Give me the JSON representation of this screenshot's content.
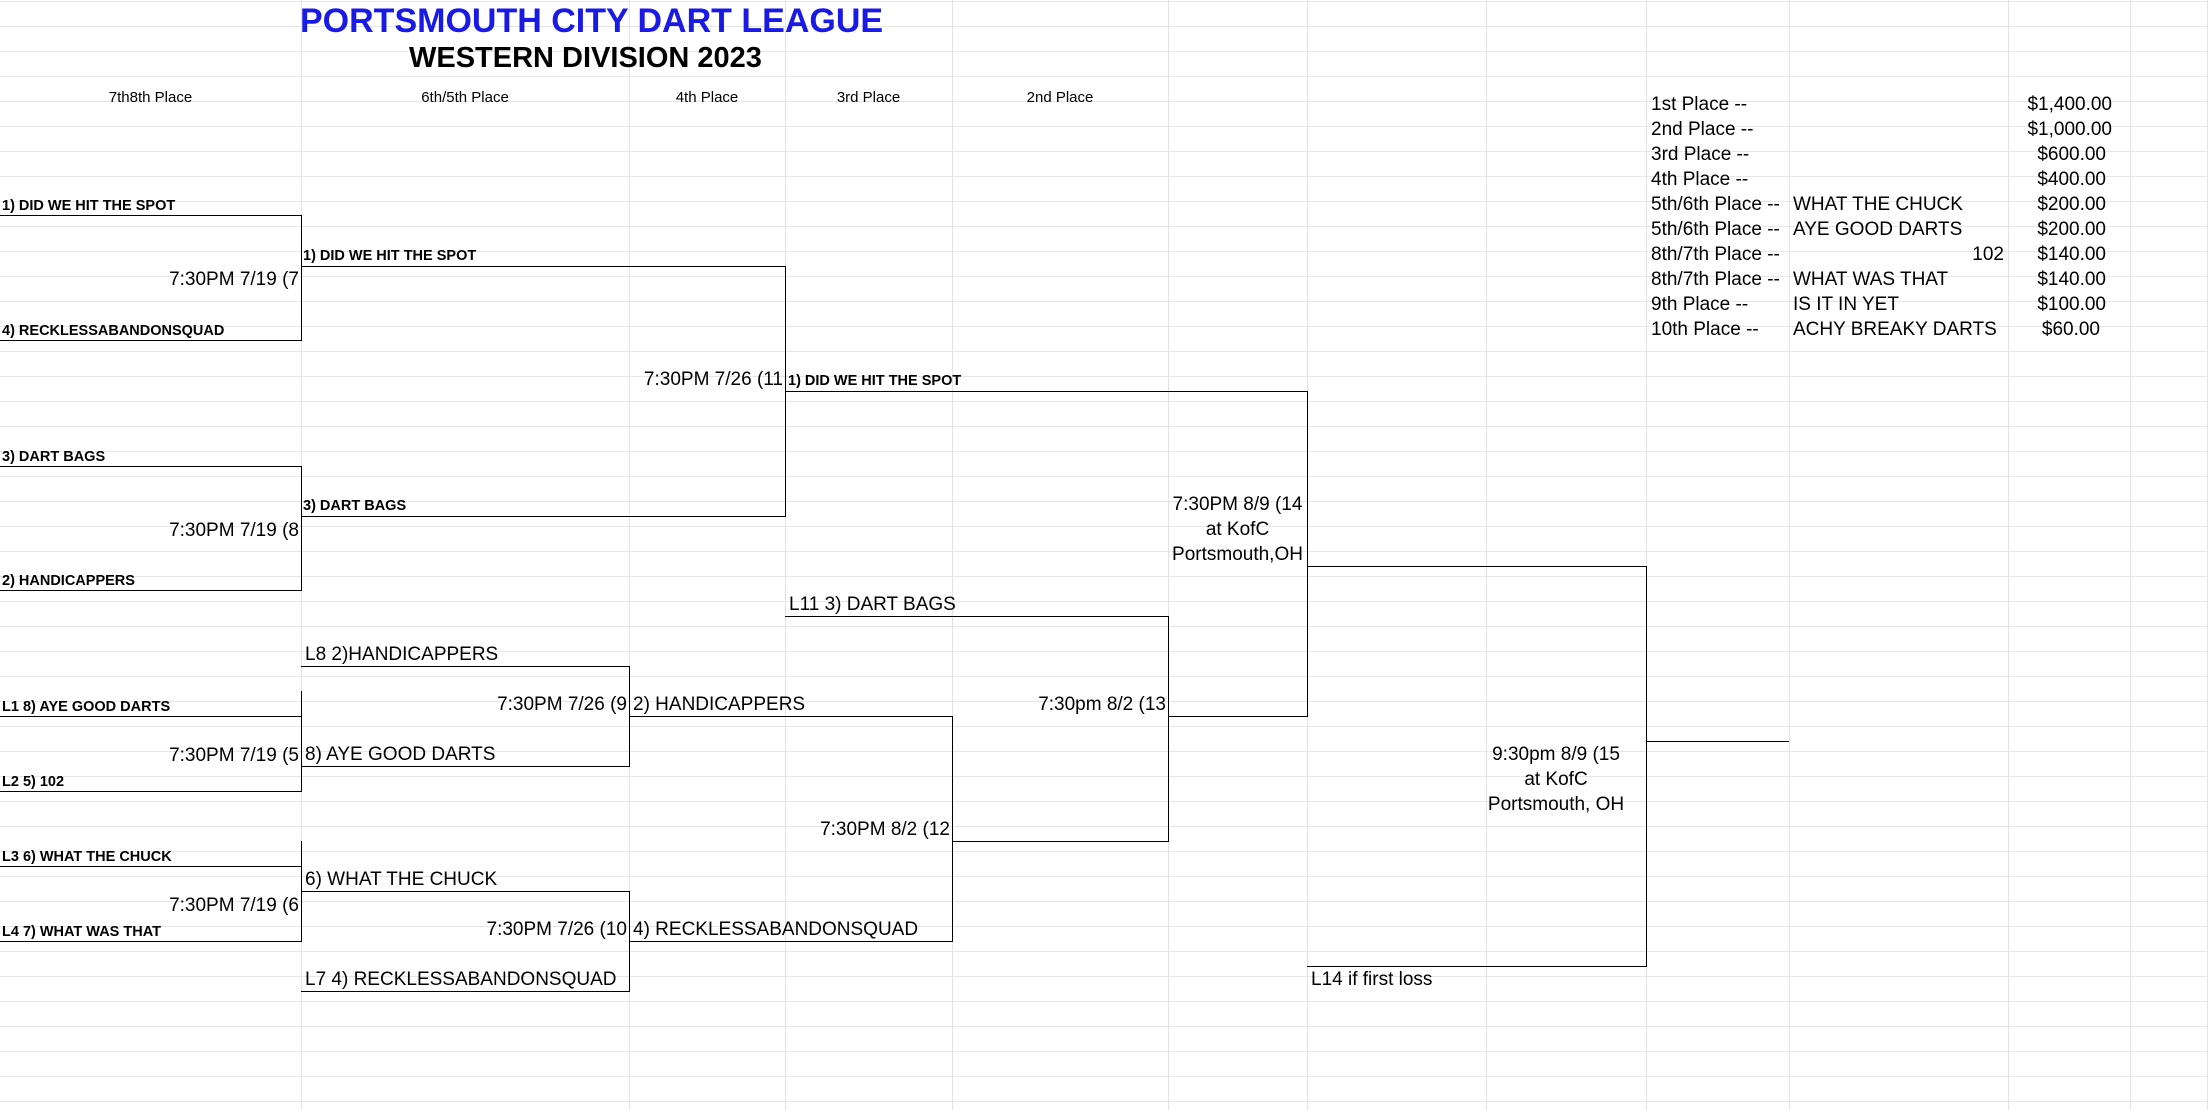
{
  "title": "PORTSMOUTH CITY DART LEAGUE",
  "subtitle": "WESTERN DIVISION 2023",
  "column_headers": [
    "7th8th Place",
    "6th/5th Place",
    "4th Place",
    "3rd Place",
    "2nd Place"
  ],
  "round1": {
    "t1": "1) DID WE HIT THE SPOT",
    "t2": "4) RECKLESSABANDONSQUAD",
    "t3": "3) DART BAGS",
    "t4": "2) HANDICAPPERS",
    "t5": "L1 8) AYE GOOD DARTS",
    "t6": "L2 5) 102",
    "t7": "L3 6) WHAT THE CHUCK",
    "t8": "L4 7) WHAT WAS THAT"
  },
  "round2": {
    "w1": "1) DID WE HIT THE SPOT",
    "w2": "3) DART BAGS",
    "l1": "L8 2)HANDICAPPERS",
    "l2": "8) AYE GOOD DARTS",
    "l3": "6) WHAT THE CHUCK",
    "l4": "L7 4) RECKLESSABANDONSQUAD"
  },
  "round3": {
    "w1": "1) DID WE HIT THE SPOT",
    "l1": "2) HANDICAPPERS",
    "l2": "4) RECKLESSABANDONSQUAD"
  },
  "round4": {
    "l1": "L11 3) DART BAGS"
  },
  "games": {
    "g7": "7:30PM 7/19 (7",
    "g8": "7:30PM 7/19 (8",
    "g5": "7:30PM 7/19 (5",
    "g6": "7:30PM 7/19 (6",
    "g11": "7:30PM 7/26 (11",
    "g9": "7:30PM 7/26 (9",
    "g10": "7:30PM 7/26 (10",
    "g12": "7:30PM 8/2 (12",
    "g13": "7:30pm 8/2 (13",
    "g14": [
      "7:30PM 8/9 (14",
      "at KofC",
      "Portsmouth,OH"
    ],
    "g15": [
      "9:30pm 8/9  (15",
      "at KofC",
      "Portsmouth, OH"
    ],
    "note": "L14 if first loss"
  },
  "prizes": [
    {
      "place": "1st Place --",
      "team": "",
      "extra": "",
      "amount": "$1,400.00"
    },
    {
      "place": "2nd Place --",
      "team": "",
      "extra": "",
      "amount": "$1,000.00"
    },
    {
      "place": "3rd Place --",
      "team": "",
      "extra": "",
      "amount": "$600.00"
    },
    {
      "place": "4th Place --",
      "team": "",
      "extra": "",
      "amount": "$400.00"
    },
    {
      "place": "5th/6th Place --",
      "team": "WHAT THE CHUCK",
      "extra": "",
      "amount": "$200.00"
    },
    {
      "place": "5th/6th Place --",
      "team": "AYE GOOD DARTS",
      "extra": "",
      "amount": "$200.00"
    },
    {
      "place": "8th/7th Place --",
      "team": "",
      "extra": "102",
      "amount": "$140.00"
    },
    {
      "place": "8th/7th Place --",
      "team": "WHAT WAS THAT",
      "extra": "",
      "amount": "$140.00"
    },
    {
      "place": "9th Place --",
      "team": "IS IT IN YET",
      "extra": "",
      "amount": "$100.00"
    },
    {
      "place": "10th Place --",
      "team": "ACHY BREAKY DARTS",
      "extra": "",
      "amount": "$60.00"
    }
  ]
}
